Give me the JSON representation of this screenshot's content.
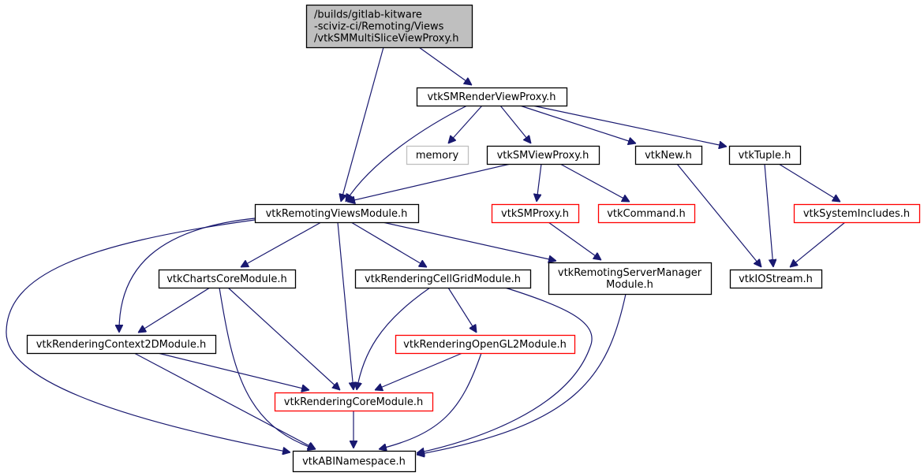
{
  "diagram": {
    "type": "include-dependency-graph",
    "colors": {
      "edge": "#191970",
      "node_border_default": "#000000",
      "node_border_truncated": "#ff0000",
      "node_border_external": "#bfbfbf",
      "root_fill": "#bfbfbf",
      "node_fill": "#ffffff"
    },
    "nodes": [
      {
        "id": "root",
        "lines": [
          "/builds/gitlab-kitware",
          "-sciviz-ci/Remoting/Views",
          "/vtkSMMultiSliceViewProxy.h"
        ],
        "style": "root"
      },
      {
        "id": "renderviewproxy",
        "lines": [
          "vtkSMRenderViewProxy.h"
        ],
        "style": "default"
      },
      {
        "id": "memory",
        "lines": [
          "memory"
        ],
        "style": "external"
      },
      {
        "id": "viewproxy",
        "lines": [
          "vtkSMViewProxy.h"
        ],
        "style": "default"
      },
      {
        "id": "vtknew",
        "lines": [
          "vtkNew.h"
        ],
        "style": "default"
      },
      {
        "id": "vtktuple",
        "lines": [
          "vtkTuple.h"
        ],
        "style": "default"
      },
      {
        "id": "remotingviews",
        "lines": [
          "vtkRemotingViewsModule.h"
        ],
        "style": "default"
      },
      {
        "id": "smproxy",
        "lines": [
          "vtkSMProxy.h"
        ],
        "style": "truncated"
      },
      {
        "id": "command",
        "lines": [
          "vtkCommand.h"
        ],
        "style": "truncated"
      },
      {
        "id": "systemincludes",
        "lines": [
          "vtkSystemIncludes.h"
        ],
        "style": "truncated"
      },
      {
        "id": "chartscore",
        "lines": [
          "vtkChartsCoreModule.h"
        ],
        "style": "default"
      },
      {
        "id": "cellgrid",
        "lines": [
          "vtkRenderingCellGridModule.h"
        ],
        "style": "default"
      },
      {
        "id": "servermanager",
        "lines": [
          "vtkRemotingServerManager",
          "Module.h"
        ],
        "style": "default"
      },
      {
        "id": "iostream",
        "lines": [
          "vtkIOStream.h"
        ],
        "style": "default"
      },
      {
        "id": "context2d",
        "lines": [
          "vtkRenderingContext2DModule.h"
        ],
        "style": "default"
      },
      {
        "id": "opengl2",
        "lines": [
          "vtkRenderingOpenGL2Module.h"
        ],
        "style": "truncated"
      },
      {
        "id": "renderingcore",
        "lines": [
          "vtkRenderingCoreModule.h"
        ],
        "style": "truncated"
      },
      {
        "id": "abinamespace",
        "lines": [
          "vtkABINamespace.h"
        ],
        "style": "default"
      }
    ],
    "edges": [
      {
        "from": "root",
        "to": "renderviewproxy"
      },
      {
        "from": "root",
        "to": "remotingviews"
      },
      {
        "from": "renderviewproxy",
        "to": "remotingviews"
      },
      {
        "from": "renderviewproxy",
        "to": "memory"
      },
      {
        "from": "renderviewproxy",
        "to": "viewproxy"
      },
      {
        "from": "renderviewproxy",
        "to": "vtknew"
      },
      {
        "from": "renderviewproxy",
        "to": "vtktuple"
      },
      {
        "from": "viewproxy",
        "to": "remotingviews"
      },
      {
        "from": "viewproxy",
        "to": "smproxy"
      },
      {
        "from": "viewproxy",
        "to": "command"
      },
      {
        "from": "vtknew",
        "to": "iostream"
      },
      {
        "from": "vtktuple",
        "to": "iostream"
      },
      {
        "from": "vtktuple",
        "to": "systemincludes"
      },
      {
        "from": "systemincludes",
        "to": "iostream"
      },
      {
        "from": "smproxy",
        "to": "servermanager"
      },
      {
        "from": "remotingviews",
        "to": "chartscore"
      },
      {
        "from": "remotingviews",
        "to": "cellgrid"
      },
      {
        "from": "remotingviews",
        "to": "servermanager"
      },
      {
        "from": "remotingviews",
        "to": "context2d"
      },
      {
        "from": "remotingviews",
        "to": "renderingcore"
      },
      {
        "from": "remotingviews",
        "to": "abinamespace"
      },
      {
        "from": "chartscore",
        "to": "context2d"
      },
      {
        "from": "chartscore",
        "to": "renderingcore"
      },
      {
        "from": "chartscore",
        "to": "abinamespace"
      },
      {
        "from": "cellgrid",
        "to": "opengl2"
      },
      {
        "from": "cellgrid",
        "to": "renderingcore"
      },
      {
        "from": "cellgrid",
        "to": "abinamespace"
      },
      {
        "from": "context2d",
        "to": "renderingcore"
      },
      {
        "from": "context2d",
        "to": "abinamespace"
      },
      {
        "from": "opengl2",
        "to": "renderingcore"
      },
      {
        "from": "opengl2",
        "to": "abinamespace"
      },
      {
        "from": "renderingcore",
        "to": "abinamespace"
      },
      {
        "from": "servermanager",
        "to": "abinamespace"
      }
    ]
  }
}
